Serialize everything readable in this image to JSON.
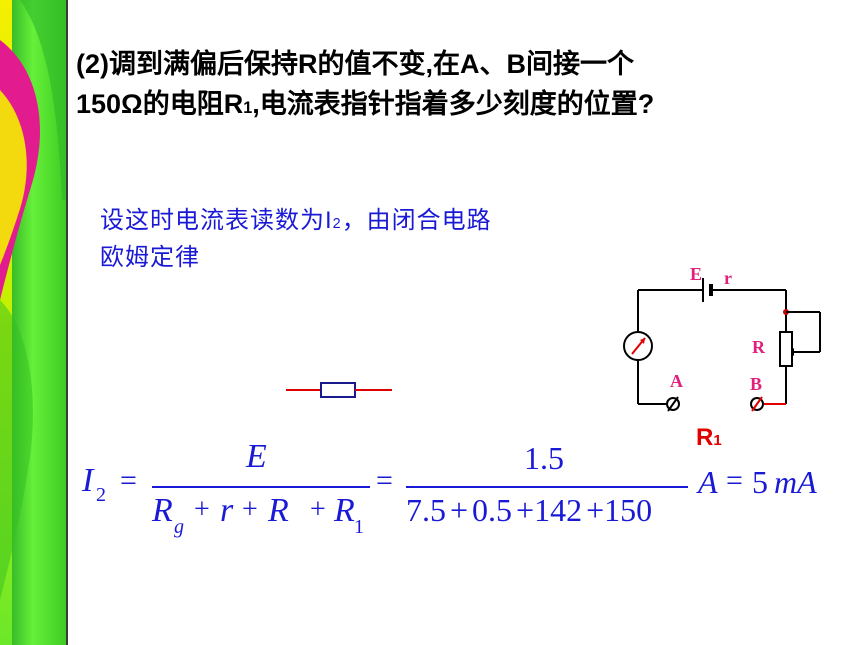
{
  "question": {
    "line1": "(2)调到满偏后保持R的值不变,在A、B间接一个",
    "line2_pre": "150Ω的电阻R",
    "line2_sub": "1",
    "line2_post": ",电流表指针指着多少刻度的位置?"
  },
  "answer": {
    "line1_pre": "设这时电流表读数为I",
    "line1_sub": "2",
    "line1_post": "，由闭合电路",
    "line2": "欧姆定律"
  },
  "circuit": {
    "label_E": "E",
    "label_r": "r",
    "label_R": "R",
    "label_A": "A",
    "label_B": "B"
  },
  "r1_label": {
    "main": "R",
    "sub": "1"
  },
  "formula": {
    "I": "I",
    "I_sub": "2",
    "eq1": "=",
    "num1": "E",
    "Rg": "R",
    "Rg_sub": "g",
    "plus1": "+",
    "r": "r",
    "plus2": "+",
    "R": "R",
    "plus3": "+",
    "R1": "R",
    "R1_sub": "1",
    "eq2": "=",
    "num2": "1.5",
    "den2": "7.5 + 0.5 +142 +150",
    "unit_A": "A",
    "eq3": "=",
    "result": "5",
    "unit_mA": "mA"
  },
  "colors": {
    "blue": "#1a1ad6",
    "red": "#e00000",
    "pink": "#e0207a",
    "green": "#44dd33",
    "magenta": "#e21c8e",
    "yellow": "#f4f000"
  }
}
